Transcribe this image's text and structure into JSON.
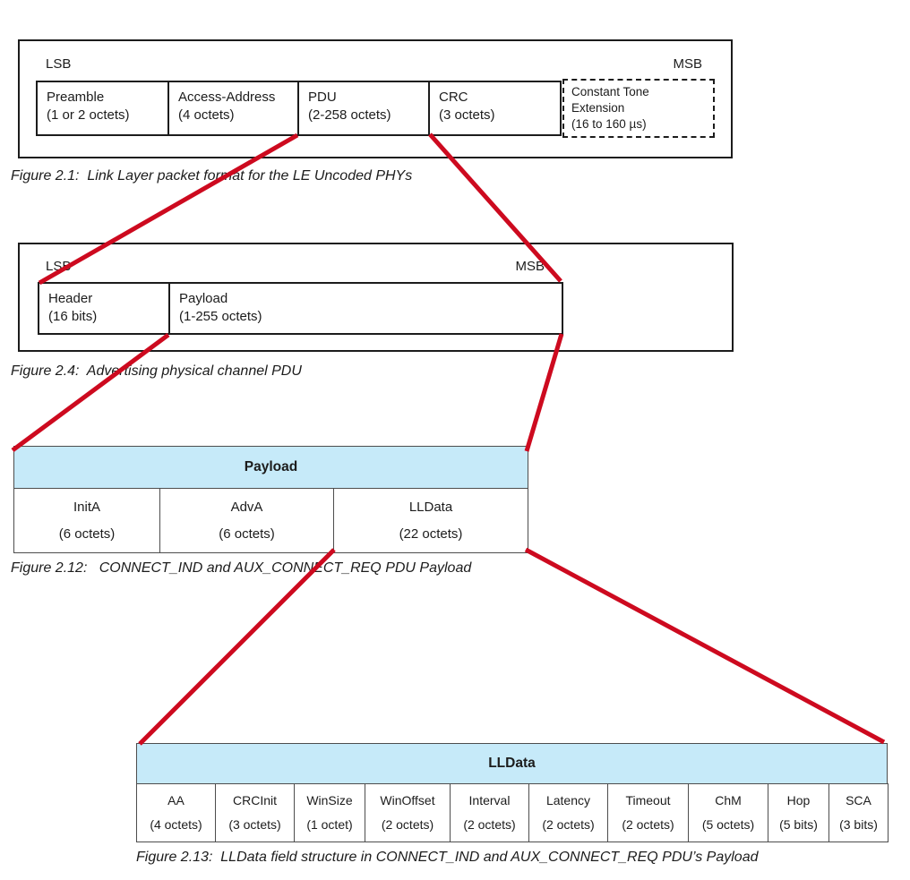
{
  "colors": {
    "accent_red": "#cd0a1f",
    "header_cyan": "#c6eaf9"
  },
  "fig21": {
    "lsb": "LSB",
    "msb": "MSB",
    "cells": [
      {
        "name": "Preamble",
        "size": "(1 or 2 octets)"
      },
      {
        "name": "Access-Address",
        "size": "(4 octets)"
      },
      {
        "name": "PDU",
        "size": "(2-258 octets)"
      },
      {
        "name": "CRC",
        "size": "(3 octets)"
      }
    ],
    "cte": {
      "line1": "Constant Tone",
      "line2": "Extension",
      "line3": "(16 to 160 µs)"
    },
    "caption": "Figure 2.1:  Link Layer packet format for the LE Uncoded PHYs"
  },
  "fig24": {
    "lsb": "LSB",
    "msb": "MSB",
    "cells": [
      {
        "name": "Header",
        "size": "(16 bits)"
      },
      {
        "name": "Payload",
        "size": "(1-255 octets)"
      }
    ],
    "caption": "Figure 2.4:  Advertising physical channel PDU"
  },
  "fig212": {
    "header": "Payload",
    "cells": [
      {
        "name": "InitA",
        "size": "(6 octets)"
      },
      {
        "name": "AdvA",
        "size": "(6 octets)"
      },
      {
        "name": "LLData",
        "size": "(22 octets)"
      }
    ],
    "caption": "Figure 2.12:   CONNECT_IND and AUX_CONNECT_REQ PDU Payload"
  },
  "fig213": {
    "header": "LLData",
    "cells": [
      {
        "name": "AA",
        "size": "(4 octets)"
      },
      {
        "name": "CRCInit",
        "size": "(3 octets)"
      },
      {
        "name": "WinSize",
        "size": "(1 octet)"
      },
      {
        "name": "WinOffset",
        "size": "(2 octets)"
      },
      {
        "name": "Interval",
        "size": "(2 octets)"
      },
      {
        "name": "Latency",
        "size": "(2 octets)"
      },
      {
        "name": "Timeout",
        "size": "(2 octets)"
      },
      {
        "name": "ChM",
        "size": "(5 octets)"
      },
      {
        "name": "Hop",
        "size": "(5 bits)"
      },
      {
        "name": "SCA",
        "size": "(3 bits)"
      }
    ],
    "caption": "Figure 2.13:  LLData field structure in CONNECT_IND and AUX_CONNECT_REQ PDU’s Payload"
  }
}
